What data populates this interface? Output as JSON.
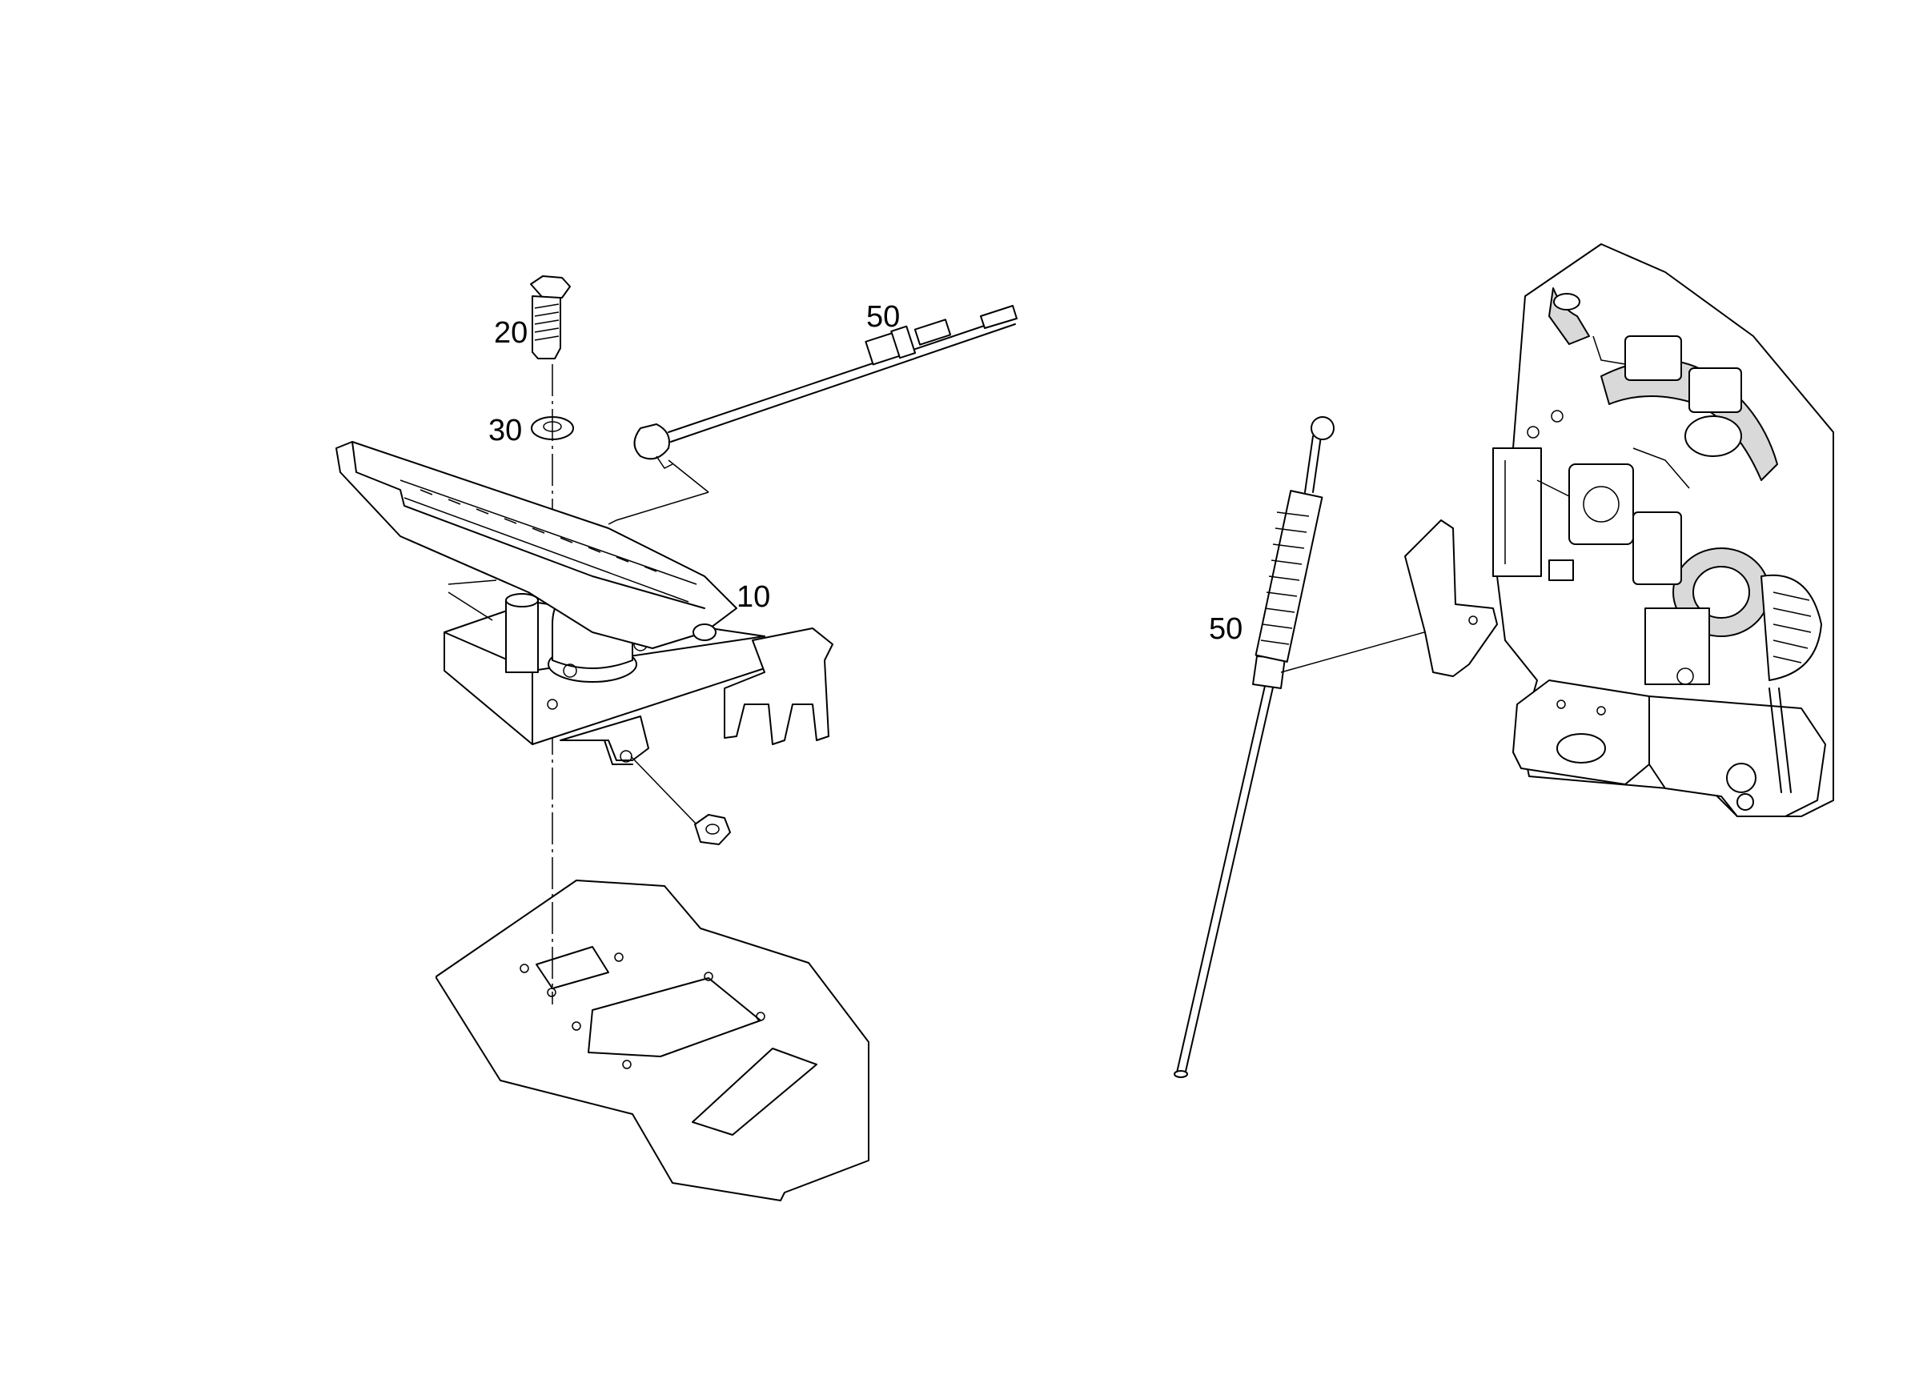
{
  "callouts": {
    "pedal": "10",
    "bolt": "20",
    "washer": "30",
    "cable_left": "50",
    "cable_right": "50"
  },
  "colors": {
    "line": "#000000",
    "background": "#ffffff",
    "shade": "#d9d9d9"
  }
}
